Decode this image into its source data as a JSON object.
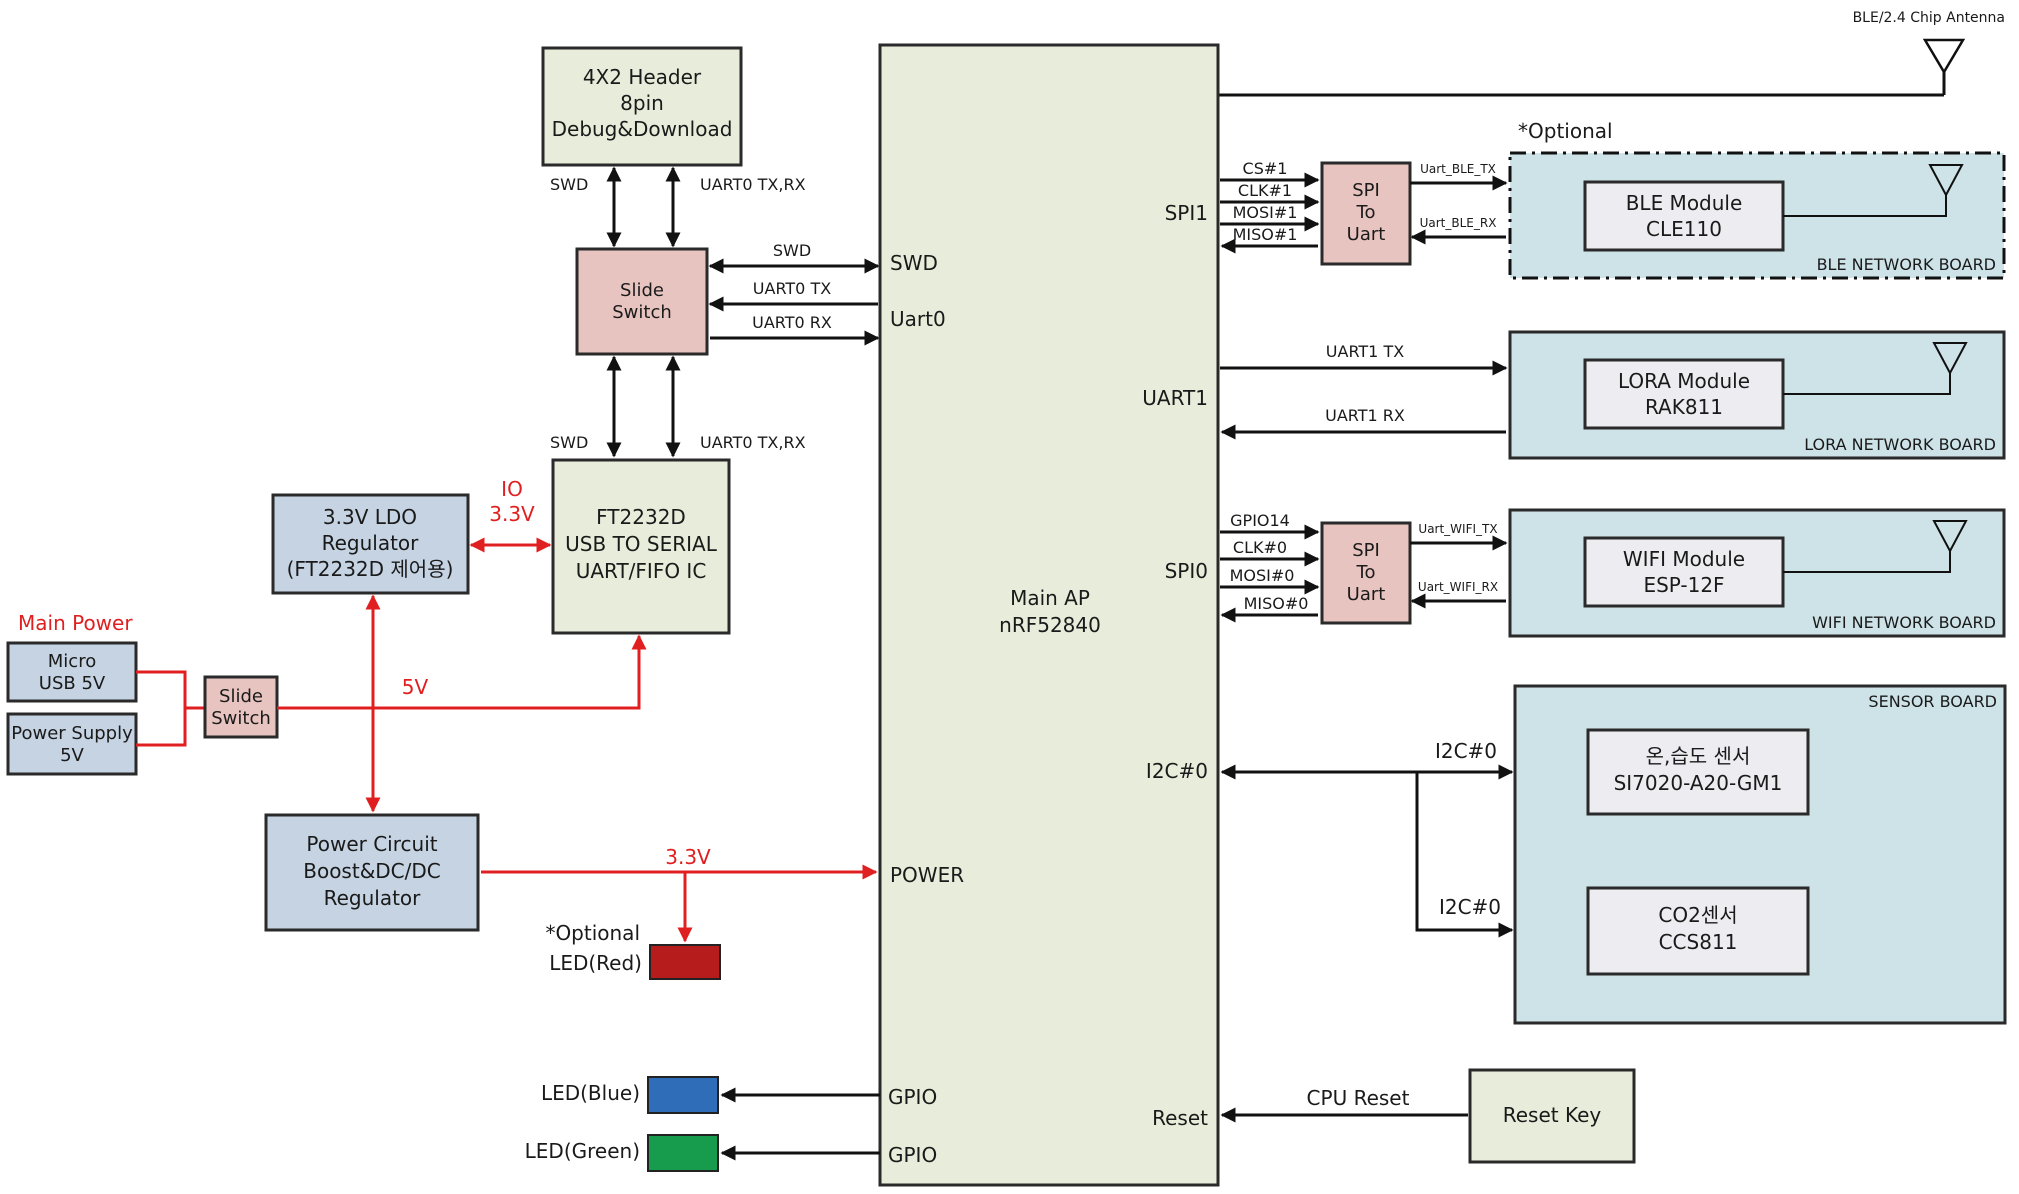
{
  "colors": {
    "header_fill": "#e8ecda",
    "main_fill": "#e8ecda",
    "switch_fill": "#e8c4c0",
    "power_fill": "#c5d3e3",
    "board_fill": "#cde3e8",
    "module_fill": "#ececf1",
    "power_red": "#e02020",
    "led_red": "#b71c1c",
    "led_blue": "#2f6db8",
    "led_green": "#179c4e"
  },
  "antenna_label": "BLE/2.4 Chip Antenna",
  "optional_top": "*Optional",
  "optional_led": "*Optional",
  "header": [
    "4X2 Header",
    "8pin",
    "Debug&Download"
  ],
  "slide_switch_top": [
    "Slide",
    "Switch"
  ],
  "slide_switch_power": [
    "Slide",
    "Switch"
  ],
  "ft2232": [
    "FT2232D",
    "USB TO SERIAL",
    "UART/FIFO IC"
  ],
  "ldo": [
    "3.3V LDO",
    "Regulator",
    "(FT2232D 제어용)"
  ],
  "io_label": [
    "IO",
    "3.3V"
  ],
  "main_power_label": "Main Power",
  "micro_usb": [
    "Micro",
    "USB 5V"
  ],
  "power_supply": [
    "Power Supply",
    "5V"
  ],
  "v5_label": "5V",
  "power_circuit": [
    "Power Circuit",
    "Boost&DC/DC",
    "Regulator"
  ],
  "v33_label": "3.3V",
  "led_red_label": "LED(Red)",
  "led_blue_label": "LED(Blue)",
  "led_green_label": "LED(Green)",
  "main_ap": [
    "Main AP",
    "nRF52840"
  ],
  "pins": {
    "swd": "SWD",
    "uart0": "Uart0",
    "spi1": "SPI1",
    "uart1": "UART1",
    "spi0": "SPI0",
    "i2c0": "I2C#0",
    "power": "POWER",
    "reset": "Reset",
    "gpio1": "GPIO",
    "gpio2": "GPIO"
  },
  "wires": {
    "swd_up_left": "SWD",
    "uart0_txrx_up": "UART0 TX,RX",
    "swd_lower_left": "SWD",
    "uart0_txrx_low": "UART0 TX,RX",
    "swd_mid": "SWD",
    "uart0_tx": "UART0 TX",
    "uart0_rx": "UART0 RX",
    "spi1_lines": [
      "CS#1",
      "CLK#1",
      "MOSI#1",
      "MISO#1"
    ],
    "spi0_lines": [
      "GPIO14",
      "CLK#0",
      "MOSI#0",
      "MISO#0"
    ],
    "ble_tx": "Uart_BLE_TX",
    "ble_rx": "Uart_BLE_RX",
    "wifi_tx": "Uart_WIFI_TX",
    "wifi_rx": "Uart_WIFI_RX",
    "uart1_tx": "UART1 TX",
    "uart1_rx": "UART1 RX",
    "i2c_a": "I2C#0",
    "i2c_b": "I2C#0",
    "cpu_reset": "CPU Reset"
  },
  "spi_uart_1": [
    "SPI",
    "To",
    "Uart"
  ],
  "spi_uart_0": [
    "SPI",
    "To",
    "Uart"
  ],
  "ble_board": {
    "title": "BLE NETWORK BOARD",
    "module": [
      "BLE Module",
      "CLE110"
    ]
  },
  "lora_board": {
    "title": "LORA NETWORK BOARD",
    "module": [
      "LORA Module",
      "RAK811"
    ]
  },
  "wifi_board": {
    "title": "WIFI NETWORK BOARD",
    "module": [
      "WIFI Module",
      "ESP-12F"
    ]
  },
  "sensor_board": {
    "title": "SENSOR BOARD",
    "sensor1": [
      "온,습도 센서",
      "SI7020-A20-GM1"
    ],
    "sensor2": [
      "CO2센서",
      "CCS811"
    ]
  },
  "reset_key": "Reset Key"
}
